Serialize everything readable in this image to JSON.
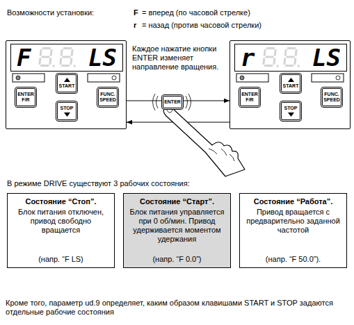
{
  "diagram": {
    "nodes": [
      {
        "text": []
      },
      {
        "text": [
          "F",
          "LS"
        ],
        "in": 0
      },
      {
        "text": [
          "START"
        ],
        "in": 0
      },
      {
        "text": [
          "ENTER",
          "F/R"
        ],
        "in": 0
      },
      {
        "text": [
          "FUNC.",
          "SPEED"
        ],
        "in": 0
      },
      {
        "text": [
          "STOP"
        ],
        "in": 0
      },
      {
        "text": [
          "ENTER"
        ]
      },
      {
        "text": []
      },
      {
        "text": [
          "r",
          "LS"
        ],
        "in": 7
      },
      {
        "text": [
          "START"
        ],
        "in": 7
      },
      {
        "text": [
          "ENTER",
          "F/R"
        ],
        "in": 7
      },
      {
        "text": [
          "FUNC.",
          "SPEED"
        ],
        "in": 7
      },
      {
        "text": [
          "STOP"
        ],
        "in": 7
      },
      {
        "text": [
          "Состояние “Стоп”.",
          "Блок питания отключен, привод свободно вращается",
          "(напр. “F LS)"
        ]
      },
      {
        "text": [
          "Состояние “Старт”.",
          "Блок питания управляется при 0 об/мин. Привод удерживается моментом удержания",
          "(напр. “F 0.0”)"
        ]
      },
      {
        "text": [
          "Состояние “Работа”.",
          "Привод вращается с предварительно заданной частотой",
          "(напр. “F 50.0”)."
        ]
      }
    ],
    "edges": [
      {
        "from": 0,
        "to": 6,
        "arrow": "none"
      },
      {
        "from": 6,
        "to": 7,
        "arrow": "to"
      },
      {
        "from": 7,
        "to": 0,
        "arrow": "to"
      }
    ],
    "labels": [
      "Возможности установки:",
      "F",
      "= вперед (по часовой стрелке)",
      "r",
      "= назад (против часовой стрелки)",
      "Каждое нажатие кнопки ENTER изменяет направление вращения.",
      "В режиме DRIVE существуют 3 рабочих состояния:",
      "Кроме того, параметр ud.9 определяет, каким образом клавишами START и STOP задаются отдельные рабочие состояния"
    ]
  }
}
